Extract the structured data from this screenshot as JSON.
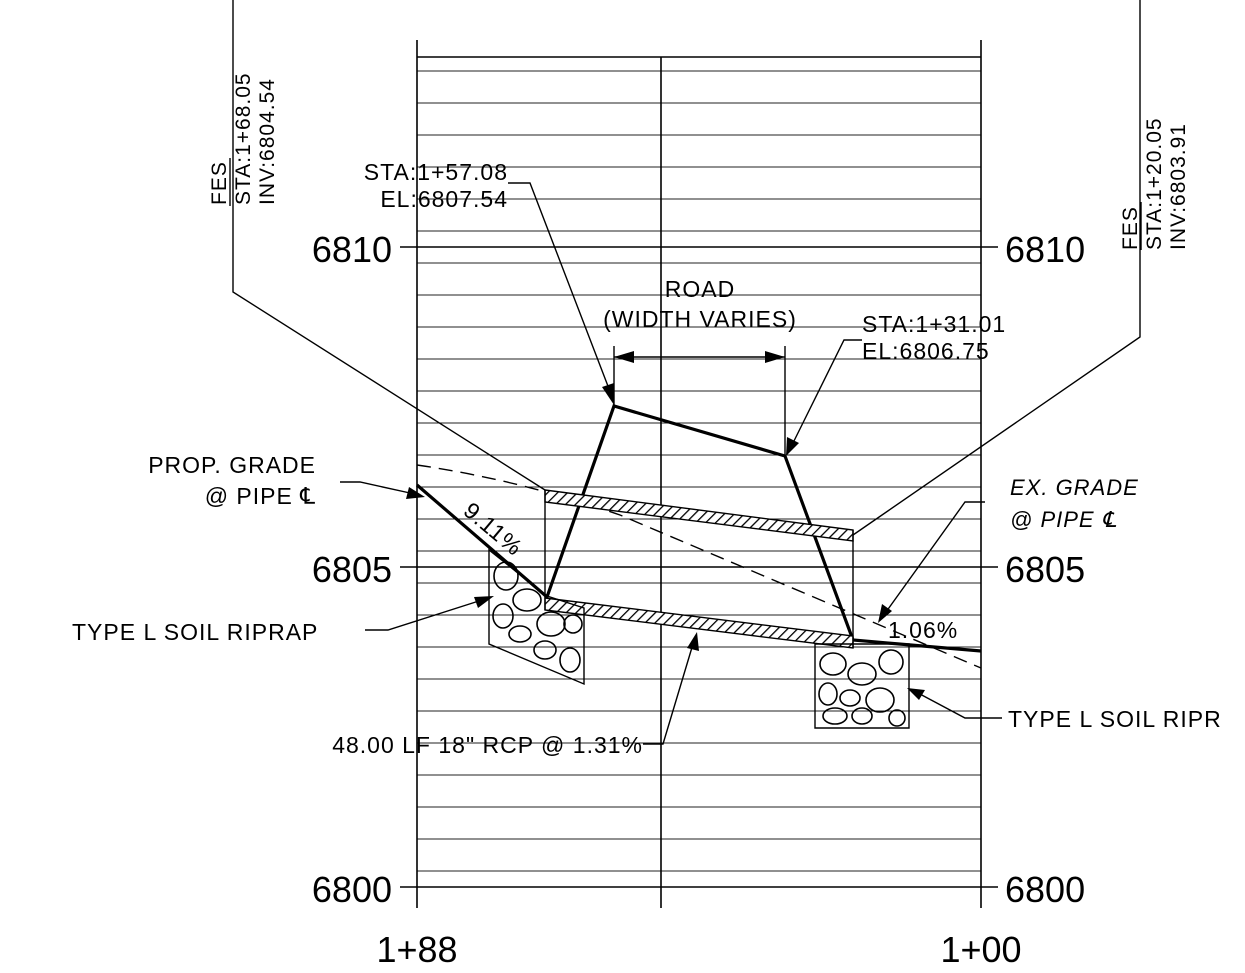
{
  "profile": {
    "elevation_labels": [
      "6810",
      "6805",
      "6800"
    ],
    "station_labels": [
      "1+88",
      "1+00"
    ]
  },
  "annotations": {
    "fes_left": {
      "line1": "FES",
      "line2": "STA:1+68.05",
      "line3": "INV:6804.54"
    },
    "fes_right": {
      "line1": "FES",
      "line2": "STA:1+20.05",
      "line3": "INV:6803.91"
    },
    "sta_high": {
      "line1": "STA:1+57.08",
      "line2": "EL:6807.54"
    },
    "sta_low": {
      "line1": "STA:1+31.01",
      "line2": "EL:6806.75"
    },
    "road": {
      "line1": "ROAD",
      "line2": "(WIDTH VARIES)"
    },
    "prop_grade": {
      "line1": "PROP. GRADE",
      "line2": "@ PIPE ℄"
    },
    "ex_grade": {
      "line1": "EX. GRADE",
      "line2": "@ PIPE ℄"
    },
    "slope_left": "9.11%",
    "slope_right": "1.06%",
    "riprap_left": "TYPE L SOIL RIPRAP",
    "riprap_right": "TYPE L SOIL RIPR",
    "pipe_label": "48.00 LF 18\" RCP @ 1.31%"
  }
}
